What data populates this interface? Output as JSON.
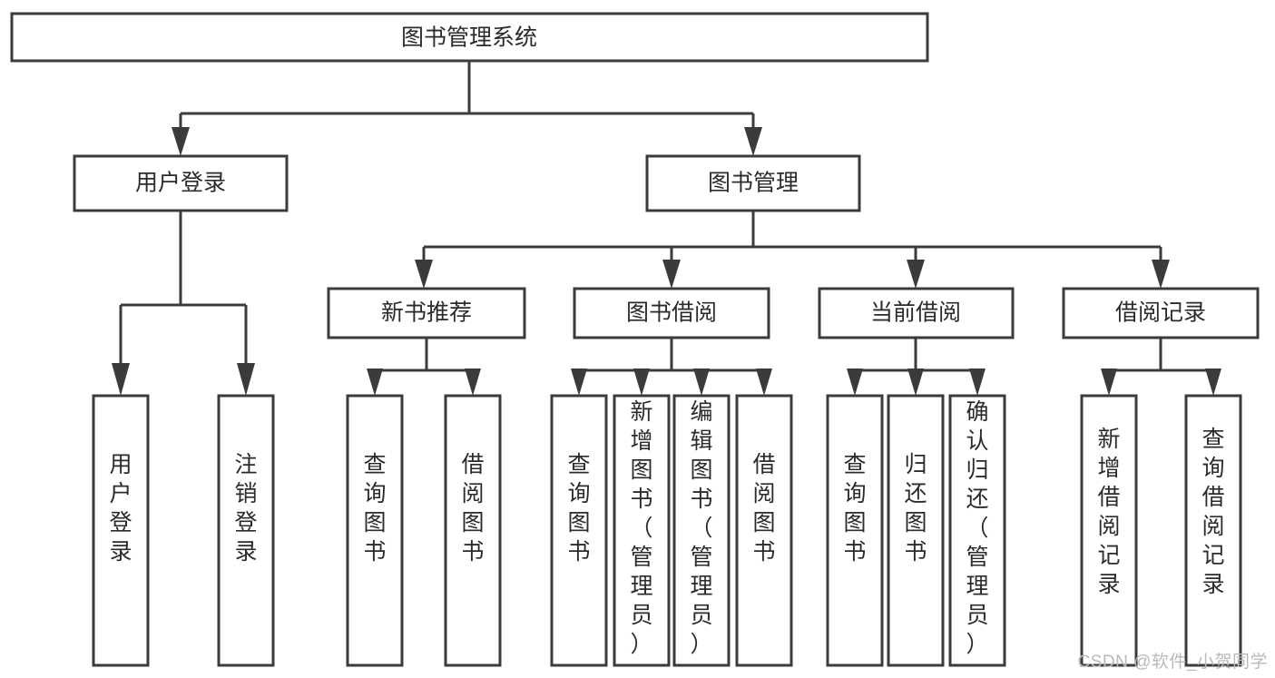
{
  "diagram": {
    "type": "tree-hierarchy",
    "title": "图书管理系统",
    "orientation": "top-down",
    "root": {
      "id": "root",
      "label": "图书管理系统",
      "text_orientation": "horizontal"
    },
    "level2": [
      {
        "id": "user-login",
        "label": "用户登录",
        "text_orientation": "horizontal"
      },
      {
        "id": "book-manage",
        "label": "图书管理",
        "text_orientation": "horizontal"
      }
    ],
    "level3": [
      {
        "id": "new-book-recommend",
        "parent": "book-manage",
        "label": "新书推荐",
        "text_orientation": "horizontal"
      },
      {
        "id": "book-borrow",
        "parent": "book-manage",
        "label": "图书借阅",
        "text_orientation": "horizontal"
      },
      {
        "id": "current-borrow",
        "parent": "book-manage",
        "label": "当前借阅",
        "text_orientation": "horizontal"
      },
      {
        "id": "borrow-record",
        "parent": "book-manage",
        "label": "借阅记录",
        "text_orientation": "horizontal"
      }
    ],
    "leaves": [
      {
        "id": "leaf-user-login",
        "parent": "user-login",
        "label": "用户登录",
        "text_orientation": "vertical"
      },
      {
        "id": "leaf-user-logout",
        "parent": "user-login",
        "label": "注销登录",
        "text_orientation": "vertical"
      },
      {
        "id": "leaf-rec-query-book",
        "parent": "new-book-recommend",
        "label": "查询图书",
        "text_orientation": "vertical"
      },
      {
        "id": "leaf-rec-borrow-book",
        "parent": "new-book-recommend",
        "label": "借阅图书",
        "text_orientation": "vertical"
      },
      {
        "id": "leaf-borrow-query-book",
        "parent": "book-borrow",
        "label": "查询图书",
        "text_orientation": "vertical"
      },
      {
        "id": "leaf-borrow-add-book",
        "parent": "book-borrow",
        "label": "新增图书（管理员）",
        "text_orientation": "vertical"
      },
      {
        "id": "leaf-borrow-edit-book",
        "parent": "book-borrow",
        "label": "编辑图书（管理员）",
        "text_orientation": "vertical"
      },
      {
        "id": "leaf-borrow-borrow-book",
        "parent": "book-borrow",
        "label": "借阅图书",
        "text_orientation": "vertical"
      },
      {
        "id": "leaf-cur-query-book",
        "parent": "current-borrow",
        "label": "查询图书",
        "text_orientation": "vertical"
      },
      {
        "id": "leaf-cur-return-book",
        "parent": "current-borrow",
        "label": "归还图书",
        "text_orientation": "vertical"
      },
      {
        "id": "leaf-cur-confirm-return",
        "parent": "current-borrow",
        "label": "确认归还（管理员）",
        "text_orientation": "vertical"
      },
      {
        "id": "leaf-rec-add-record",
        "parent": "borrow-record",
        "label": "新增借阅记录",
        "text_orientation": "vertical"
      },
      {
        "id": "leaf-rec-query-record",
        "parent": "borrow-record",
        "label": "查询借阅记录",
        "text_orientation": "vertical"
      }
    ]
  },
  "watermark": {
    "text": "CSDN @软件_小贺同学"
  },
  "colors": {
    "stroke": "#3b3b3b",
    "box_fill": "#ffffff",
    "text": "#2b2b2b",
    "background": "#ffffff",
    "watermark": "#b9b9b9"
  }
}
